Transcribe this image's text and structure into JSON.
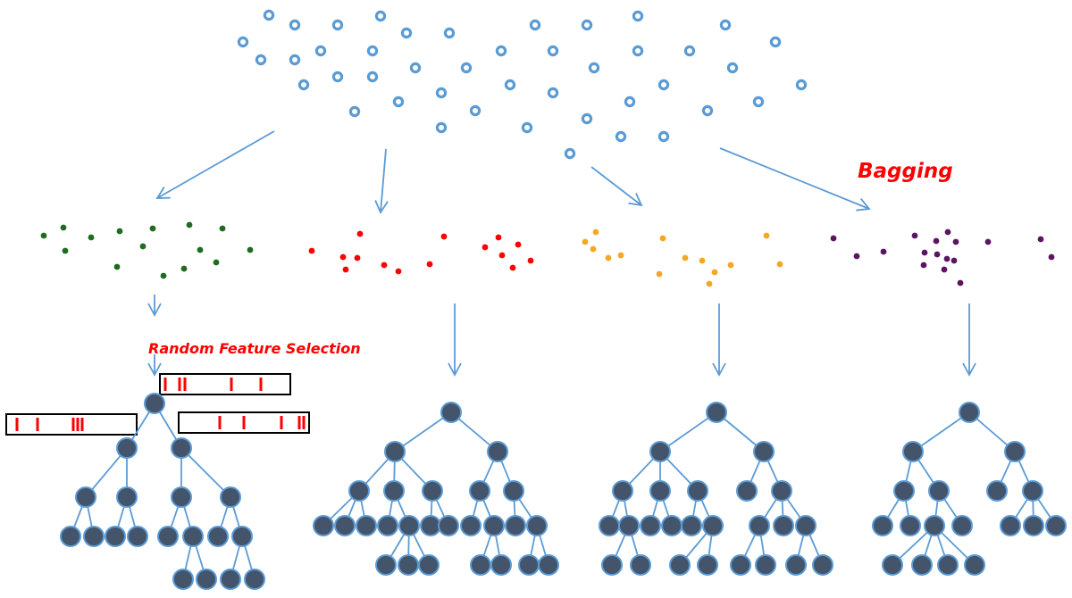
{
  "labels": {
    "bagging": "Bagging",
    "random_feature_selection": "Random Feature Selection"
  },
  "colors": {
    "population": "#5b9bd5",
    "arrow": "#5b9bd5",
    "node": "#44546a",
    "edge": "#5b9bd5",
    "feature_mark": "#ff0000",
    "feature_box_border": "#000000",
    "subset_colors": [
      "#1f6b1f",
      "#ff0000",
      "#f5a623",
      "#5b1560"
    ]
  },
  "components": {
    "population": "original training data points",
    "bootstrap_samples": 4,
    "trees": 4,
    "feature_boxes": 3
  }
}
